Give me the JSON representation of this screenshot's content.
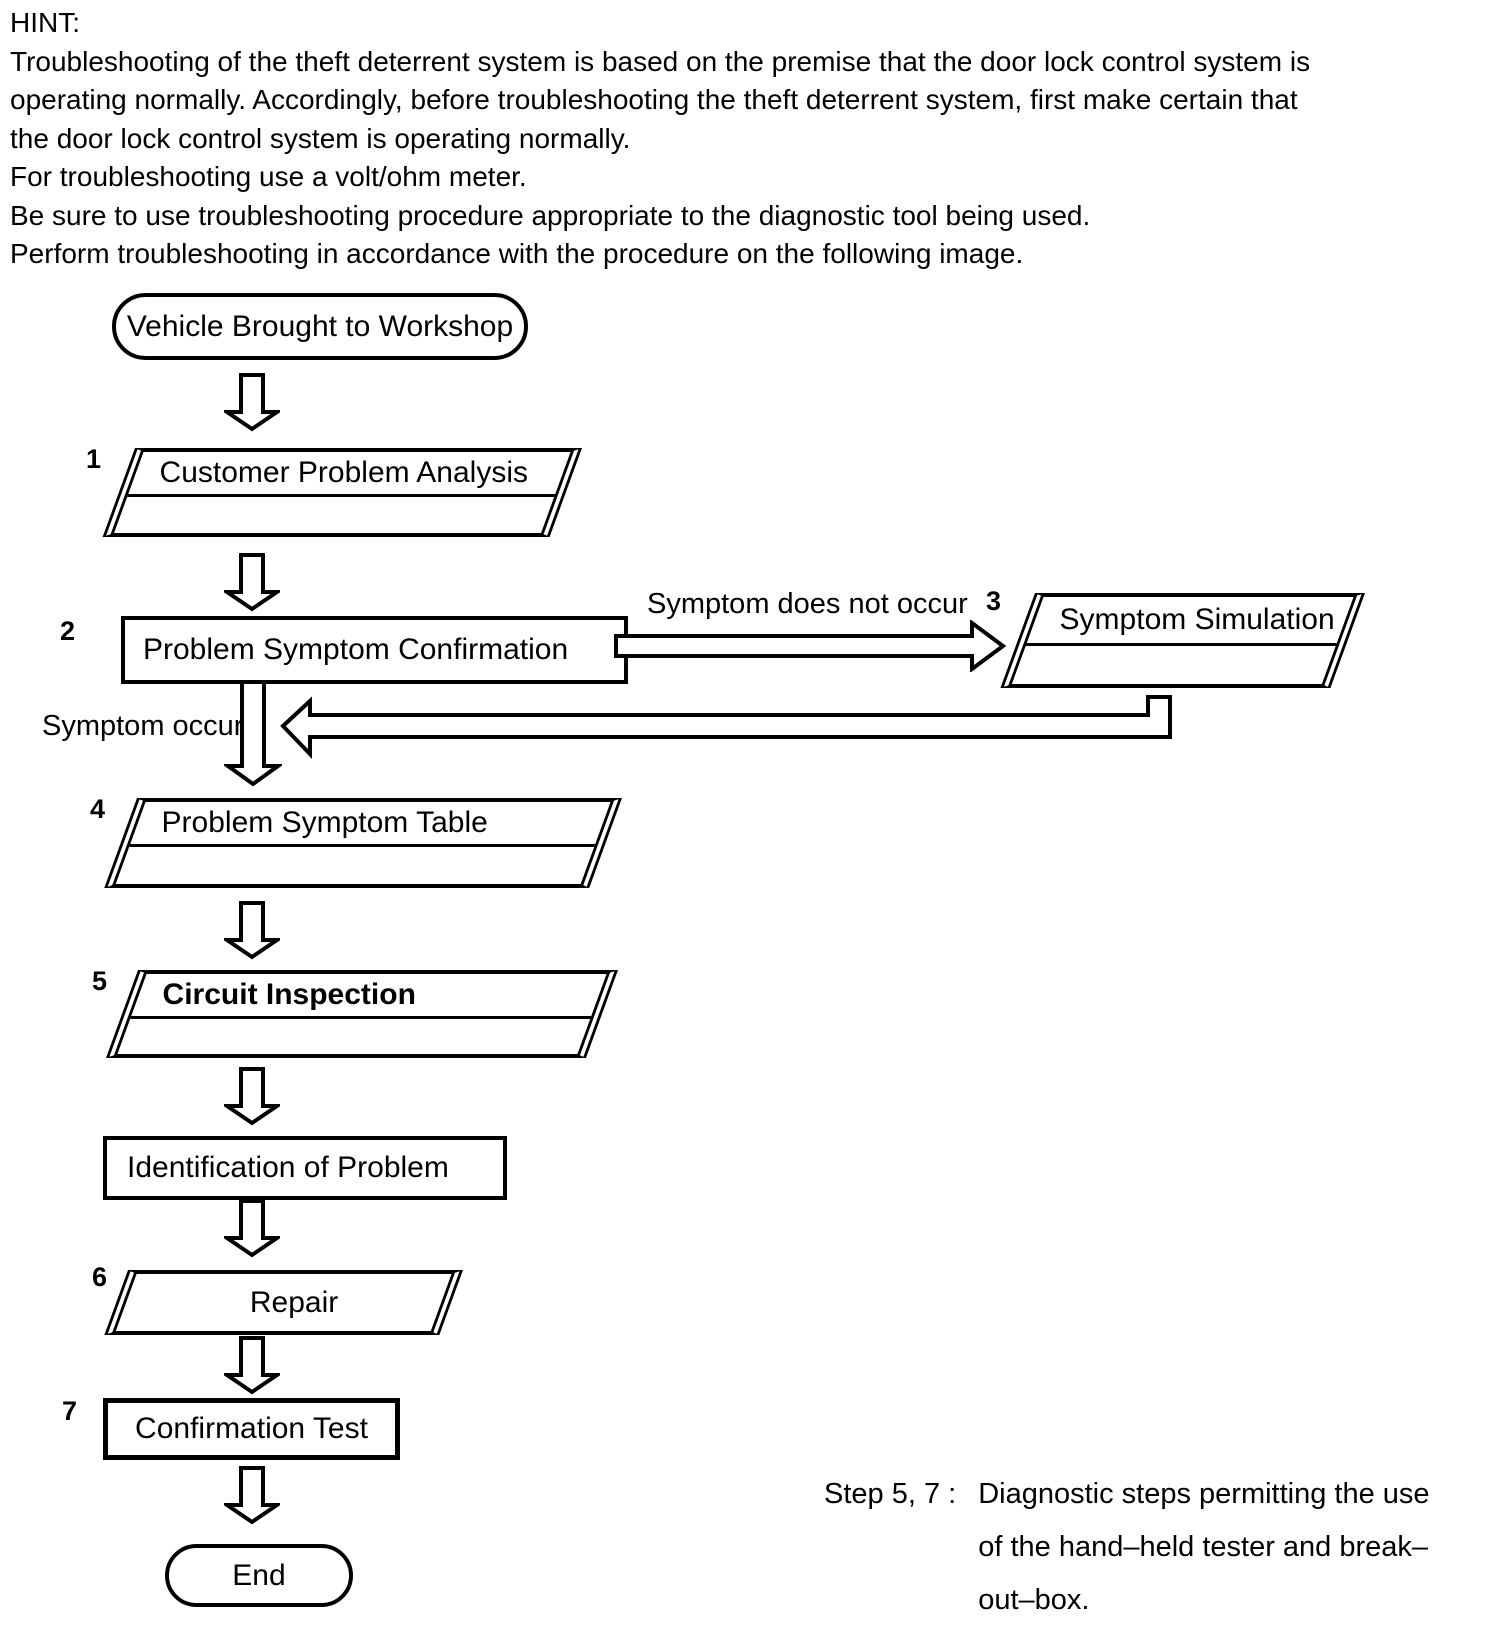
{
  "hint": {
    "label": "HINT:",
    "lines": [
      "Troubleshooting of the theft deterrent system is based on the premise that the door lock control system is",
      "operating normally. Accordingly, before troubleshooting the theft deterrent system, first make certain that",
      "the door lock control system is operating normally.",
      "For troubleshooting use a volt/ohm meter.",
      "Be sure to use troubleshooting procedure appropriate to the diagnostic tool being used.",
      "Perform troubleshooting in accordance with the procedure on the following image."
    ]
  },
  "flowchart": {
    "nodes": {
      "start": {
        "type": "terminator",
        "label": "Vehicle Brought to Workshop"
      },
      "step1": {
        "type": "panel",
        "number": "1",
        "label": "Customer Problem Analysis"
      },
      "step2": {
        "type": "process",
        "number": "2",
        "label": "Problem Symptom Confirmation"
      },
      "step3": {
        "type": "panel",
        "number": "3",
        "label": "Symptom Simulation"
      },
      "step4": {
        "type": "panel",
        "number": "4",
        "label": "Problem Symptom Table"
      },
      "step5": {
        "type": "panel",
        "number": "5",
        "label": "Circuit Inspection"
      },
      "identification": {
        "type": "process",
        "label": "Identification of Problem"
      },
      "step6": {
        "type": "panel",
        "number": "6",
        "label": "Repair"
      },
      "step7": {
        "type": "process",
        "number": "7",
        "label": "Confirmation Test"
      },
      "end": {
        "type": "terminator",
        "label": "End"
      }
    },
    "edge_labels": {
      "symptom_does_not_occur": "Symptom does not occur",
      "symptom_occur": "Symptom occur"
    }
  },
  "note": {
    "label": "Step 5, 7 :",
    "lines": [
      "Diagnostic steps permitting the use",
      "of the hand–held tester and break–",
      "out–box."
    ]
  },
  "colors": {
    "ink": "#000000",
    "background": "#ffffff"
  }
}
